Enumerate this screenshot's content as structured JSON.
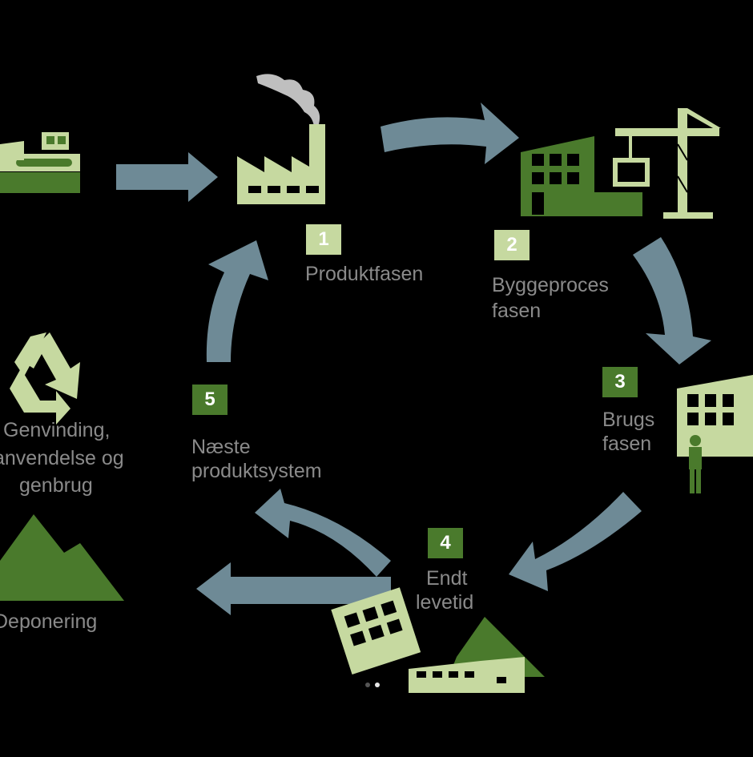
{
  "colors": {
    "background": "#000000",
    "arrow": "#6e8a96",
    "light_green": "#c6d9a0",
    "dark_green": "#4a7a2c",
    "smoke": "#bfbfbf",
    "label_text": "#8a8a8a"
  },
  "stages": [
    {
      "number": "1",
      "lines": [
        "Produktfasen"
      ],
      "icon": "factory-icon"
    },
    {
      "number": "2",
      "lines": [
        "Byggeproces",
        "fasen"
      ],
      "icon": "construction-crane-icon"
    },
    {
      "number": "3",
      "lines": [
        "Brugs",
        "fasen"
      ],
      "icon": "building-with-person-icon"
    },
    {
      "number": "4",
      "lines": [
        "Endt",
        "levetid"
      ],
      "icon": "demolition-rubble-icon"
    },
    {
      "number": "5",
      "lines": [
        "Næste",
        "produktsystem"
      ],
      "icon": null
    }
  ],
  "side": {
    "recycling": {
      "lines": [
        "Genvinding,",
        "anvendelse og",
        "genbrug"
      ],
      "icon": "recycle-icon"
    },
    "landfill": {
      "label": "Deponering",
      "icon": "mountain-landfill-icon"
    },
    "extraction_icon": "bulldozer-icon"
  },
  "pagination": {
    "count": 2,
    "active_index": 1
  }
}
